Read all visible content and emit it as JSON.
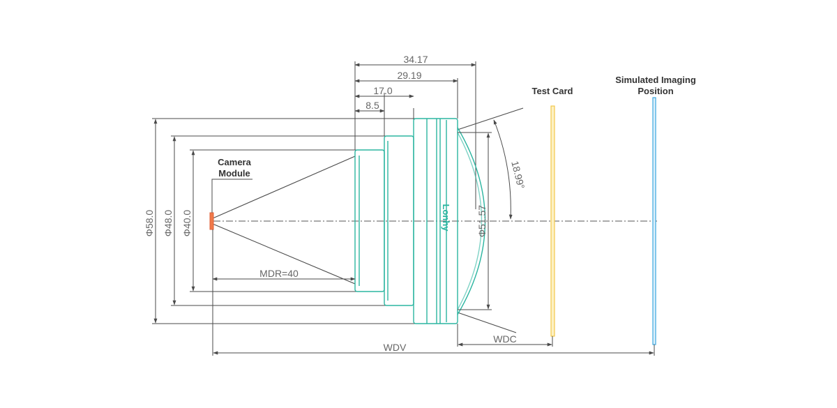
{
  "diagram": {
    "dimensions": {
      "len_34_17": "34.17",
      "len_29_19": "29.19",
      "len_17_0": "17.0",
      "len_8_5": "8.5",
      "dia_58": "Φ58.0",
      "dia_48": "Φ48.0",
      "dia_40": "Φ40.0",
      "dia_51_57": "Φ51.57",
      "angle": "18.99°",
      "mdr": "MDR=40",
      "wdc": "WDC",
      "wdv": "WDV"
    },
    "labels": {
      "camera_line1": "Camera",
      "camera_line2": "Module",
      "test_card": "Test Card",
      "sim_line1": "Simulated Imaging",
      "sim_line2": "Position",
      "brand": "Lonhy"
    },
    "colors": {
      "lens": "#2bb5a0",
      "sensor": "#f07a4a",
      "test_card": "#f2c84b",
      "imaging_plane": "#3aa6e0",
      "dimension_line": "#4a4a4a"
    }
  }
}
